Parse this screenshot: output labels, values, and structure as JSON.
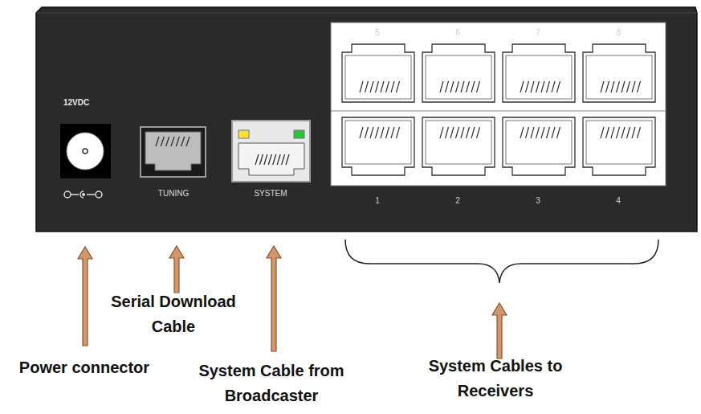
{
  "diagram": {
    "labels": [
      "12VDC",
      "TUNING",
      "SYSTEM",
      "5",
      "6",
      "7",
      "8",
      "1",
      "2",
      "3",
      "4",
      "Serial Download Cable",
      "Power connector",
      "System Cable from Broadcaster",
      "System Cables to Receivers"
    ]
  }
}
